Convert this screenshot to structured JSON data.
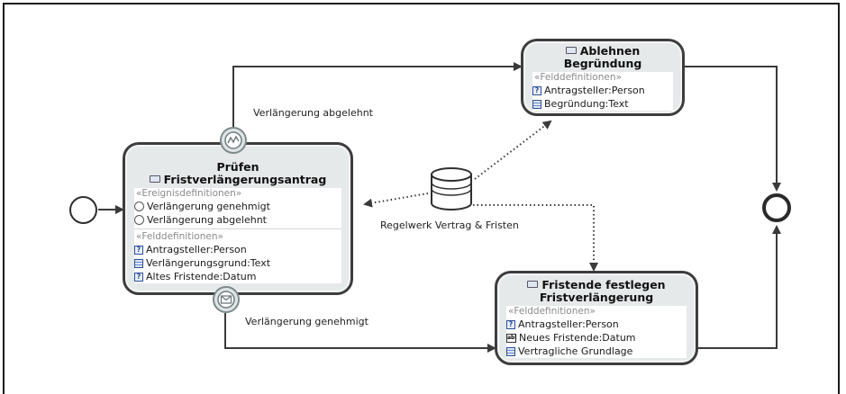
{
  "edges": {
    "rejected_label": "Verlängerung abgelehnt",
    "approved_label": "Verlängerung genehmigt",
    "store_label": "Regelwerk Vertrag & Fristen"
  },
  "task_pruefen": {
    "title_line1": "Prüfen",
    "title_line2": "Fristverlängerungsantrag",
    "events_header": "«Ereignisdefinitionen»",
    "events": [
      "Verlängerung genehmigt",
      "Verlängerung abgelehnt"
    ],
    "fields_header": "«Felddefinitionen»",
    "fields": [
      "Antragsteller:Person",
      "Verlängerungsgrund:Text",
      "Altes Fristende:Datum"
    ]
  },
  "task_ablehnen": {
    "title_line1": "Ablehnen",
    "title_line2": "Begründung",
    "fields_header": "«Felddefinitionen»",
    "fields": [
      "Antragsteller:Person",
      "Begründung:Text"
    ]
  },
  "task_fristende": {
    "title_line1": "Fristende festlegen",
    "title_line2": "Fristverlängerung",
    "fields_header": "«Felddefinitionen»",
    "fields": [
      "Antragsteller:Person",
      "Neues Fristende:Datum",
      "Vertragliche Grundlage"
    ]
  },
  "icons": {
    "person_field": "question-icon",
    "text_field": "text-lines-icon",
    "date_field": "abl-icon",
    "event_radio": "radio-icon"
  }
}
